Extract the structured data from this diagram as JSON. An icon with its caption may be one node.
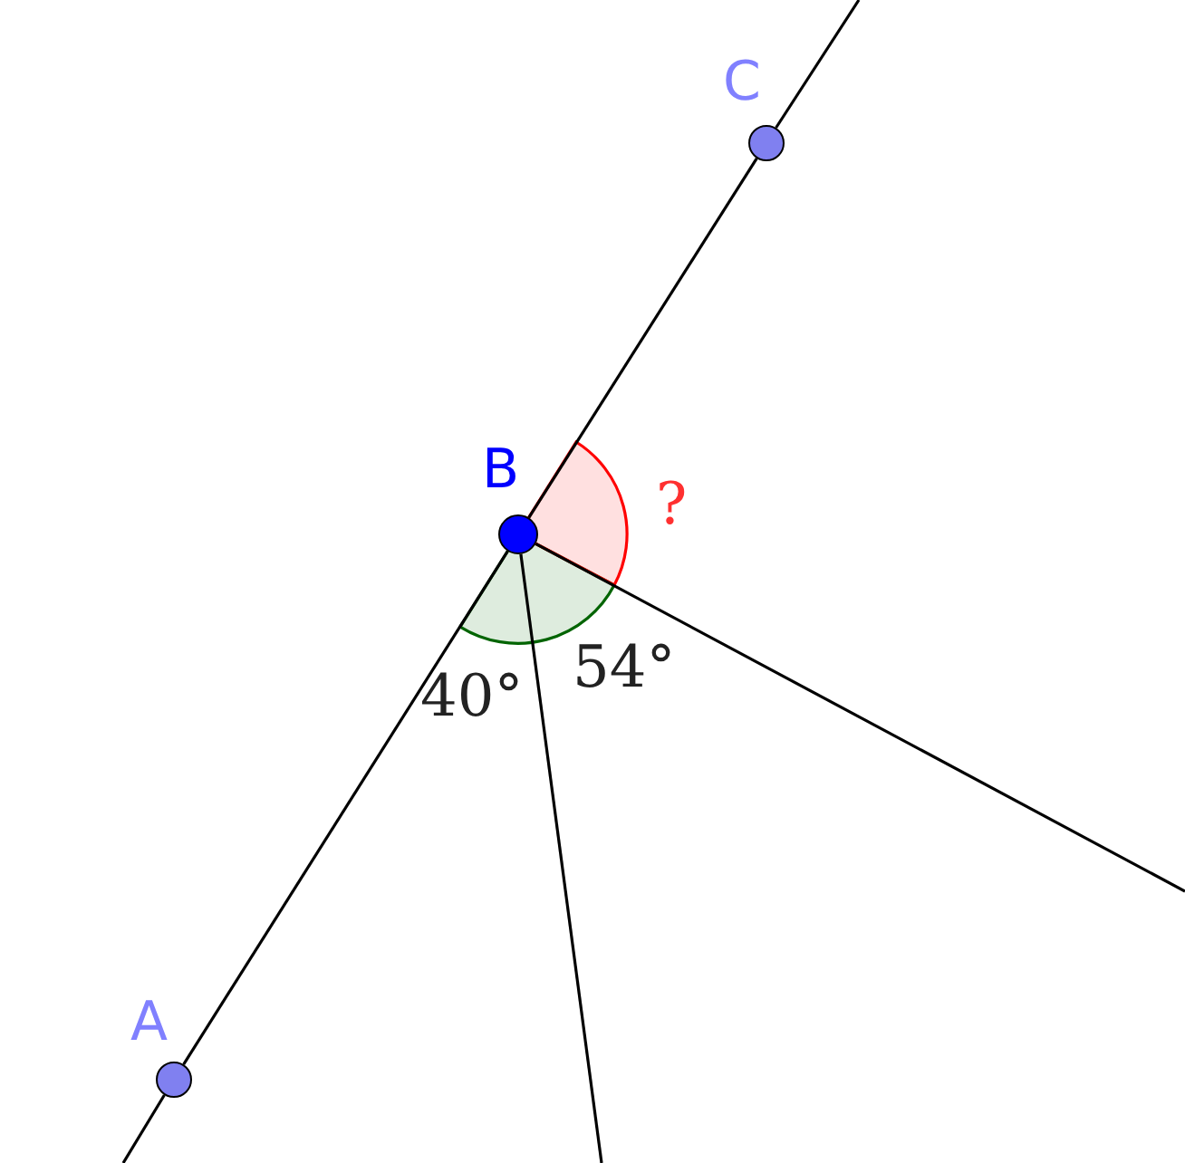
{
  "diagram": {
    "nodes": [
      {
        "text": [],
        "shape": "circle",
        "beside": [
          "A"
        ]
      },
      {
        "text": [],
        "shape": "circle",
        "beside": [
          "B"
        ]
      },
      {
        "text": [],
        "shape": "circle",
        "beside": [
          "C"
        ]
      }
    ],
    "edges": [
      {
        "from": 0,
        "to": 1,
        "arrow": "none"
      },
      {
        "from": 1,
        "to": 2,
        "arrow": "none"
      },
      {
        "from": 1,
        "to": null,
        "arrow": "none"
      },
      {
        "from": 1,
        "to": null,
        "arrow": "none"
      }
    ],
    "labels": [
      "?",
      "40°",
      "54°"
    ]
  }
}
